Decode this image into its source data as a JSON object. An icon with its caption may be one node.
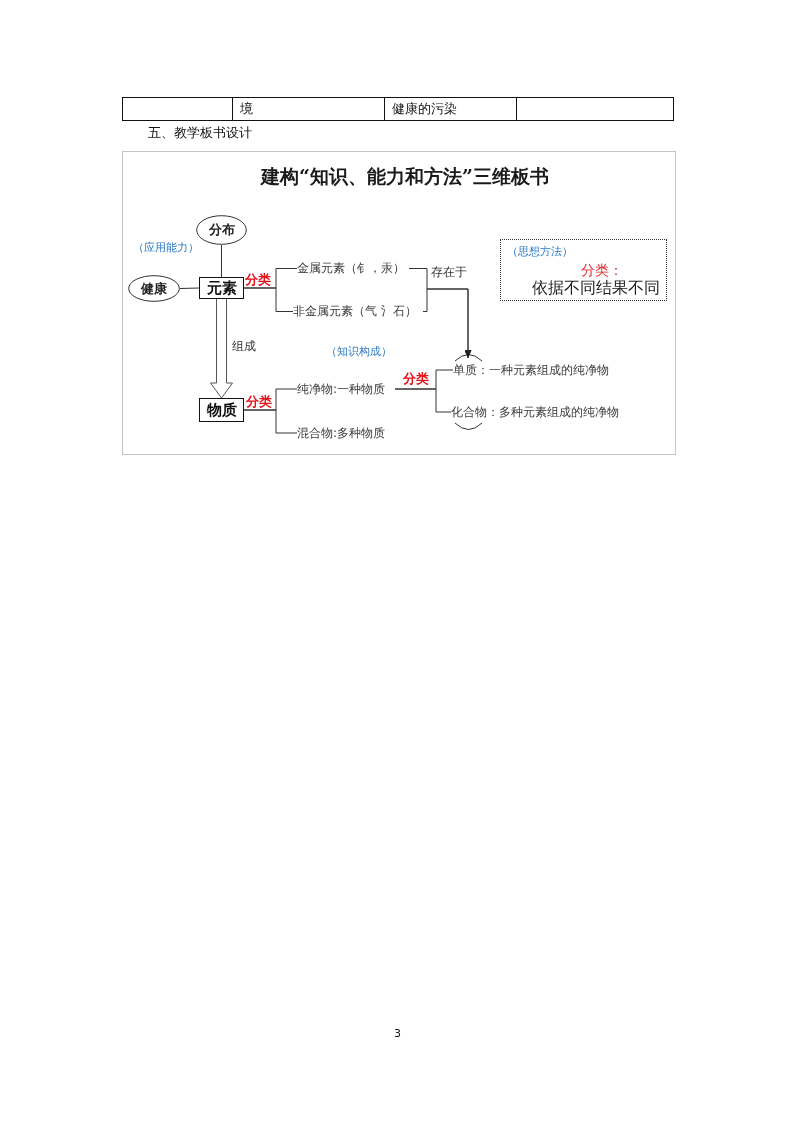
{
  "diagram": {
    "title": "建构“知识、能力和方法”三维板书",
    "nodes": [
      {
        "text": [
          "分布"
        ]
      },
      {
        "text": [
          "（思想方法）",
          "分类：",
          "依据不同结果不同"
        ]
      },
      {
        "text": [
          "金属元素（钅，汞）"
        ]
      },
      {
        "text": [
          "健康"
        ]
      },
      {
        "text": [
          "元素"
        ]
      },
      {
        "text": [
          "非金属元素（气 氵石）"
        ]
      },
      {
        "text": [
          "单质：一种元素组成的纯净物"
        ]
      },
      {
        "text": [
          "纯净物:一种物质"
        ]
      },
      {
        "text": [
          "物质"
        ]
      },
      {
        "text": [
          "化合物：多种元素组成的纯净物"
        ]
      },
      {
        "text": [
          "混合物:多种物质"
        ]
      }
    ],
    "edges": [
      {
        "from": 0,
        "to": 4,
        "arrow": "none"
      },
      {
        "from": 3,
        "to": 4,
        "arrow": "none"
      },
      {
        "from": 4,
        "to": 2,
        "arrow": "none",
        "label": "分类"
      },
      {
        "from": 4,
        "to": 5,
        "arrow": "none"
      },
      {
        "from": 2,
        "to": 6,
        "arrow": "to",
        "label": "存在于"
      },
      {
        "from": 5,
        "to": 6,
        "arrow": "to"
      },
      {
        "from": 4,
        "to": 8,
        "arrow": "to",
        "label": "组成",
        "style": "thick"
      },
      {
        "from": 8,
        "to": 7,
        "arrow": "none",
        "label": "分类"
      },
      {
        "from": 8,
        "to": 10,
        "arrow": "none"
      },
      {
        "from": 7,
        "to": 6,
        "arrow": "none",
        "label": "分类"
      },
      {
        "from": 7,
        "to": 9,
        "arrow": "none"
      }
    ],
    "labels": [
      "境",
      "健康的污染",
      "五、教学板书设计",
      "（应用能力）",
      "（知识构成）",
      "3"
    ]
  }
}
